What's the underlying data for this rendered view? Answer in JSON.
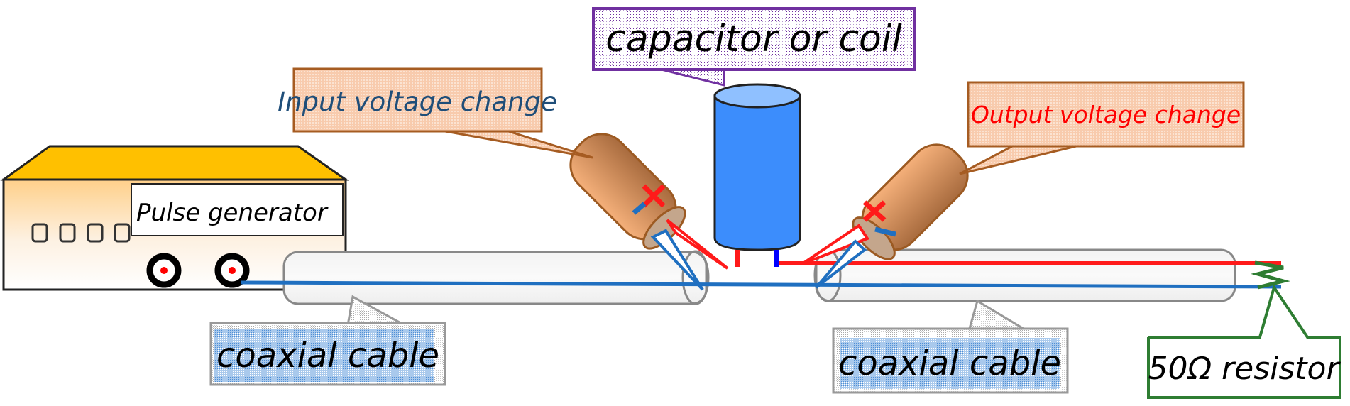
{
  "labels": {
    "capacitor": "capacitor or coil",
    "input_voltage": "Input voltage change",
    "output_voltage": "Output voltage change",
    "pulse_generator": "Pulse generator",
    "coax_left": "coaxial cable",
    "coax_right": "coaxial cable",
    "resistor": "50Ω resistor"
  },
  "colors": {
    "input_text": "#1f4e79",
    "output_text": "#ff0000",
    "capacitor_border": "#7030a0",
    "callout_fill": "#f8cbad",
    "callout_border": "#a65c22",
    "coax_label_fill": "#8db4e2",
    "resistor_border": "#2e7d32",
    "component_blue": "#3c8dfc",
    "signal_red": "#ff1a1a",
    "ground_blue": "#1f6fc0",
    "generator_top": "#ffc000"
  }
}
